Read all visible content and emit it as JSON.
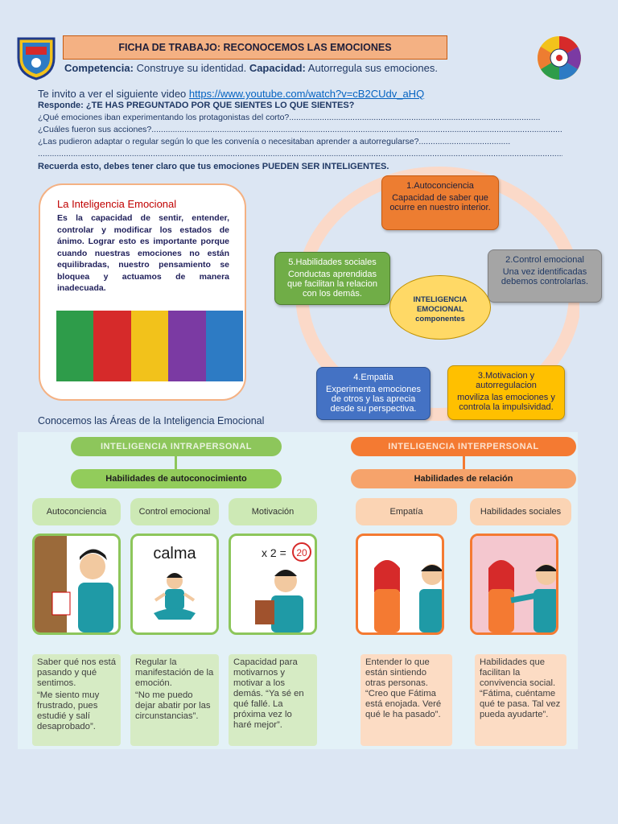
{
  "header": {
    "title": "FICHA DE TRABAJO: RECONOCEMOS LAS EMOCIONES",
    "competencia_label": "Competencia:",
    "competencia_text": "Construye su identidad.",
    "capacidad_label": "Capacidad:",
    "capacidad_text": "Autorregula sus emociones."
  },
  "intro": {
    "invite_text": "Te invito a ver el siguiente video",
    "video_link": "https://www.youtube.com/watch?v=cB2CUdv_aHQ",
    "responde": "Responde: ¿TE HAS PREGUNTADO POR QUE SIENTES LO QUE SIENTES?",
    "questions": [
      "¿Qué emociones iban experimentando los protagonistas del corto?...........................................................................................................",
      "¿Cuáles fueron sus acciones?.........................................................................................................................................................................................................",
      "¿Las pudieron adaptar o regular según lo que les convenía o necesitaban aprender a autorregularse?.......................................",
      "..............................................................................................................................................................................................................................................................."
    ],
    "reminder": "Recuerda esto, debes tener claro que tus emociones PUEDEN SER INTELIGENTES."
  },
  "definition": {
    "title": "La Inteligencia Emocional",
    "text": "Es la capacidad de sentir, entender, controlar y modificar los estados de ánimo. Lograr esto es importante porque cuando nuestras emociones no están equilibradas, nuestro pensamiento se bloquea y actuamos de manera inadecuada.",
    "strip_colors": [
      "#2e9c4a",
      "#d62a2a",
      "#f2c21b",
      "#7b3aa3",
      "#2d7bc4"
    ]
  },
  "components": {
    "center": [
      "INTELIGENCIA",
      "EMOCIONAL",
      "componentes"
    ],
    "nodes": [
      {
        "title": "1.Autoconciencia",
        "desc": "Capacidad de saber que ocurre en nuestro interior."
      },
      {
        "title": "2.Control emocional",
        "desc": "Una vez identificadas debemos controlarlas."
      },
      {
        "title": "3.Motivacion y autorregulacion",
        "desc": "moviliza las emociones y controla la impulsividad."
      },
      {
        "title": "4.Empatia",
        "desc": "Experimenta emociones de otros y las aprecia desde su perspectiva."
      },
      {
        "title": "5.Habilidades sociales",
        "desc": "Conductas aprendidas que facilitan la relacion con los demás."
      }
    ]
  },
  "areas": {
    "title": "Conocemos las Áreas de la Inteligencia Emocional",
    "intra": {
      "head": "INTELIGENCIA INTRAPERSONAL",
      "sub": "Habilidades de autoconocimiento",
      "items": [
        {
          "tag": "Autoconciencia",
          "desc": [
            "Saber qué nos está pasando y qué sentimos.",
            "“Me siento muy frustrado, pues estudié y salí desaprobado”."
          ]
        },
        {
          "tag": "Control emocional",
          "desc": [
            "Regular la manifestación de la emoción.",
            "“No me puedo dejar abatir por las circunstancias”."
          ]
        },
        {
          "tag": "Motivación",
          "desc": [
            "Capacidad para motivarnos y motivar a los demás. “Ya sé en qué fallé. La próxima vez lo haré mejor”."
          ]
        }
      ],
      "calma": "calma",
      "math": "x 2 =",
      "math_result": "20"
    },
    "inter": {
      "head": "INTELIGENCIA INTERPERSONAL",
      "sub": "Habilidades de relación",
      "items": [
        {
          "tag": "Empatía",
          "desc": [
            "Entender lo que están sintiendo otras personas. “Creo que Fátima está enojada. Veré qué le ha pasado”."
          ]
        },
        {
          "tag": "Habilidades sociales",
          "desc": [
            "Habilidades que facilitan la convivencia social. “Fátima, cuéntame qué te pasa. Tal vez pueda ayudarte”."
          ]
        }
      ]
    }
  }
}
